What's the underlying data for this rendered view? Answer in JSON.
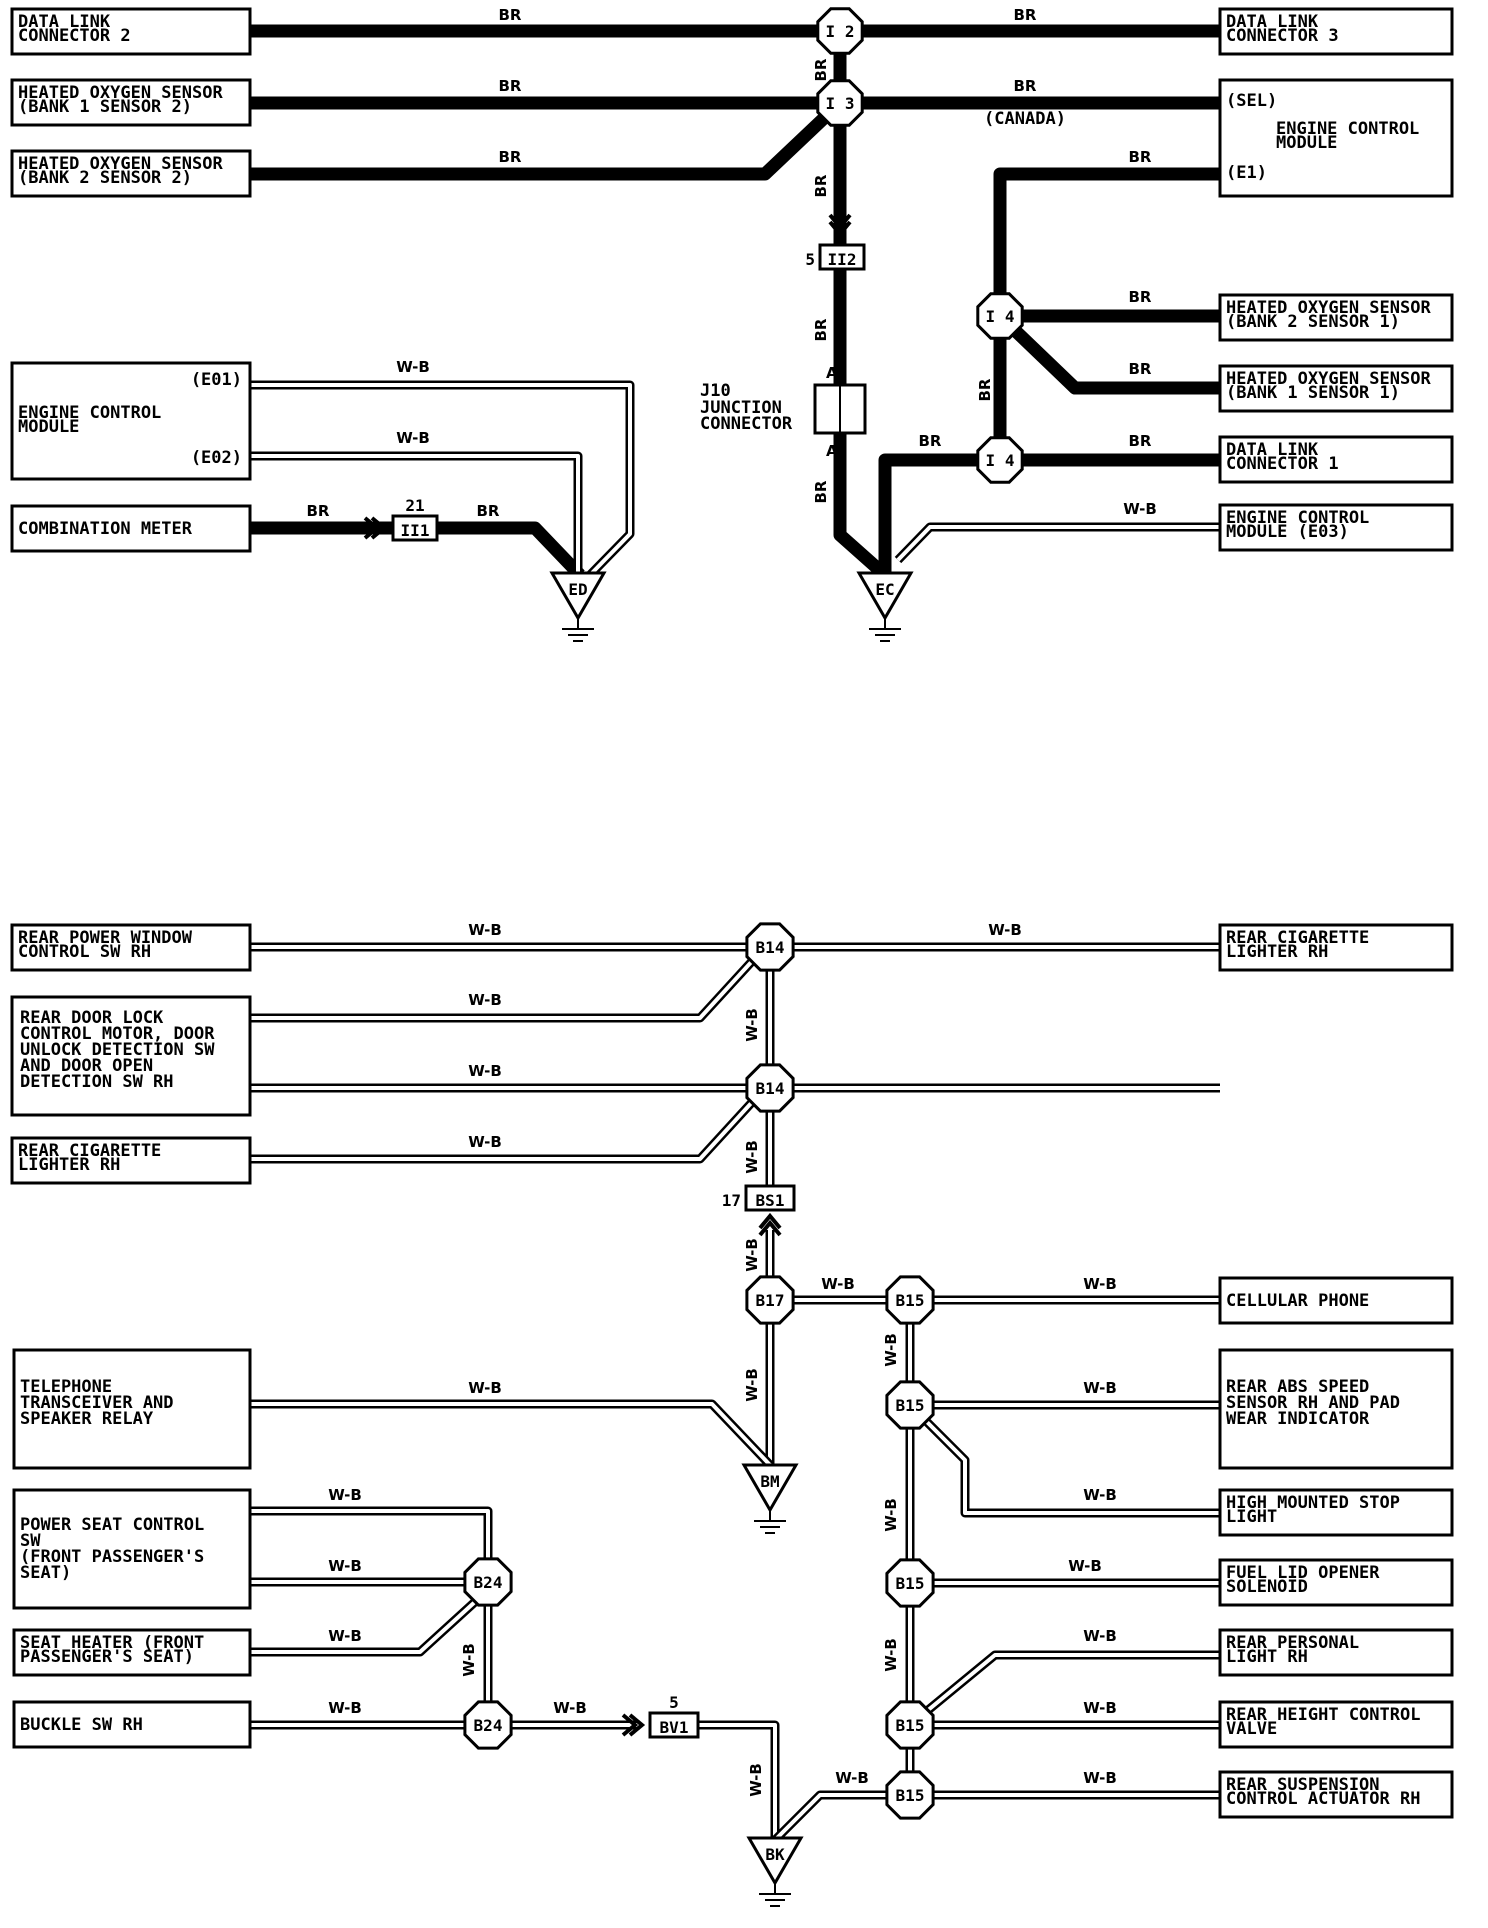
{
  "top": {
    "boxes": {
      "dlc2": [
        "DATA LINK",
        "CONNECTOR 2"
      ],
      "dlc3": [
        "DATA LINK",
        "CONNECTOR 3"
      ],
      "ho2s_b1s2": [
        "HEATED OXYGEN SENSOR",
        "(BANK 1 SENSOR 2)"
      ],
      "ho2s_b2s2": [
        "HEATED OXYGEN SENSOR",
        "(BANK 2 SENSOR 2)"
      ],
      "ecm_right": [
        "(SEL)",
        "ENGINE CONTROL",
        "MODULE",
        "(E1)"
      ],
      "ho2s_b2s1": [
        "HEATED OXYGEN SENSOR",
        "(BANK 2 SENSOR 1)"
      ],
      "ho2s_b1s1": [
        "HEATED OXYGEN SENSOR",
        "(BANK 1 SENSOR 1)"
      ],
      "dlc1": [
        "DATA LINK",
        "CONNECTOR 1"
      ],
      "ecm_e03": [
        "ENGINE CONTROL",
        "MODULE (E03)"
      ],
      "ecm_left": [
        "(E01)",
        "ENGINE CONTROL",
        "MODULE",
        "(E02)"
      ],
      "comb_meter": [
        "COMBINATION METER"
      ]
    },
    "junctions": {
      "i2": "I 2",
      "i3": "I 3",
      "i4a": "I 4",
      "i4b": "I 4"
    },
    "connectors": {
      "ii2": {
        "label": "II2",
        "pin": "5"
      },
      "ii1": {
        "label": "II1",
        "pin": "21"
      }
    },
    "j10": {
      "title": "J10",
      "name": [
        "JUNCTION",
        "CONNECTOR"
      ],
      "pin": "A"
    },
    "grounds": {
      "ed": "ED",
      "ec": "EC"
    },
    "wire_br": "BR",
    "wire_wb": "W-B",
    "canada": "(CANADA)"
  },
  "bottom": {
    "boxes": {
      "rpw": [
        "REAR POWER WINDOW",
        "CONTROL SW RH"
      ],
      "rcl_right": [
        "REAR CIGARETTE",
        "LIGHTER RH"
      ],
      "rdl": [
        "REAR DOOR LOCK",
        "CONTROL MOTOR, DOOR",
        "UNLOCK DETECTION SW",
        "AND DOOR OPEN",
        "DETECTION SW RH"
      ],
      "rcl_left": [
        "REAR CIGARETTE",
        "LIGHTER RH"
      ],
      "cell": [
        "CELLULAR PHONE"
      ],
      "tel": [
        "TELEPHONE",
        "TRANSCEIVER AND",
        "SPEAKER RELAY"
      ],
      "abs": [
        "REAR ABS SPEED",
        "SENSOR RH AND PAD",
        "WEAR INDICATOR"
      ],
      "hmsl": [
        "HIGH MOUNTED STOP",
        "LIGHT"
      ],
      "pseat": [
        "POWER SEAT CONTROL",
        "SW",
        "(FRONT PASSENGER'S",
        "SEAT)"
      ],
      "fuel": [
        "FUEL LID OPENER",
        "SOLENOID"
      ],
      "sheat": [
        "SEAT HEATER (FRONT",
        "PASSENGER'S SEAT)"
      ],
      "rpl": [
        "REAR PERSONAL",
        "LIGHT RH"
      ],
      "buckle": [
        "BUCKLE SW RH"
      ],
      "rhcv": [
        "REAR HEIGHT CONTROL",
        "VALVE"
      ],
      "rsca": [
        "REAR SUSPENSION",
        "CONTROL ACTUATOR RH"
      ]
    },
    "junctions": {
      "b14": "B14",
      "b17": "B17",
      "b15": "B15",
      "b24": "B24"
    },
    "connectors": {
      "bs1": {
        "label": "BS1",
        "pin": "17"
      },
      "bv1": {
        "label": "BV1",
        "pin": "5"
      }
    },
    "grounds": {
      "bm": "BM",
      "bk": "BK"
    }
  }
}
